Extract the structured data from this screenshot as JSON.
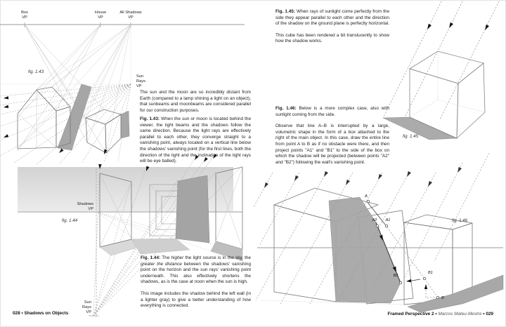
{
  "left_page": {
    "folio": "028 • Shadows on Objects",
    "fig143": {
      "label": "fig. 1.43",
      "vp_box": [
        "Box",
        "VP"
      ],
      "vp_house": [
        "House",
        "VP"
      ],
      "vp_all_shadows": [
        "All Shadows",
        "VP"
      ],
      "vp_sun_rays": [
        "Sun",
        "Rays",
        "VP"
      ]
    },
    "fig144": {
      "label": "fig. 1.44",
      "vp_shadows": [
        "Shadows",
        "VP"
      ],
      "vp_sun_rays": [
        "Sun",
        "Rays",
        "VP"
      ]
    },
    "text": {
      "intro": "The sun and the moon are so incredibly distant from Earth (compared to a lamp shining a light on an object), that sunbeams and moonbeams are considered parallel for our construction purposes.",
      "fig143_lead": "Fig. 1.43:",
      "fig143_body": " When the sun or moon is located behind the viewer, the light beams and the shadows follow the same direction. Because the light rays are effectively parallel to each other, they converge straight to a vanishing point, always located on a vertical line below the shadows' vanishing point (for the first lines, both the direction of the light and the inclination of the light rays will be eye balled).",
      "fig144_lead": "Fig. 1.44:",
      "fig144_seg1": " The ",
      "fig144_seg2": "higher",
      "fig144_seg3": " the light source is in the sky, the ",
      "fig144_seg4": "greater the distance",
      "fig144_seg5": " between the shadows' vanishing point on the horizon and the sun rays' vanishing point underneath. This also effectively shortens the shadows, as is the case at noon when the sun is high.",
      "fig144_p2": "This image includes the shadow behind the left wall (in a lighter gray) to give a better understanding of how everything is connected."
    }
  },
  "right_page": {
    "folio": {
      "title": "Framed Perspective 2",
      "sep": "•",
      "author": "Marcos Mateu-Mestre",
      "page": "029"
    },
    "fig145": {
      "label": "fig. 1.45"
    },
    "fig146": {
      "label": "fig. 1.46",
      "points": {
        "a": "A",
        "a1": "A1",
        "a2": "A2",
        "b": "B",
        "b1": "B1",
        "b2": "B2"
      }
    },
    "text": {
      "fig145_lead": "Fig. 1.45:",
      "fig145_body": " When rays of sunlight come perfectly from the side they appear parallel to each other and the direction of the shadow on the ground plane is perfectly horizontal.",
      "fig145_p2": "This cube has been rendered a bit translucently to show how the shadow works.",
      "fig146_lead": "Fig. 1.46:",
      "fig146_body": " Below is a more complex case, also with sunlight coming from the side.",
      "fig146_p2": "Observe that line A–B is interrupted by a large, volumetric shape in the form of a box attached to the right of the main object. In this case, draw the entire line from point A to B as if no obstacle were there, and then project points \"A1\" and \"B1\" to the side of the box on which the shadow will be projected (between points \"A2\" and \"B2\") following the wall's vanishing point."
    }
  },
  "colors": {
    "shadow_dark": "#a5a5a5",
    "shadow_mid": "#c9c9c9",
    "face_light": "#ececec",
    "line": "#777777",
    "construction": "#cccccc"
  }
}
